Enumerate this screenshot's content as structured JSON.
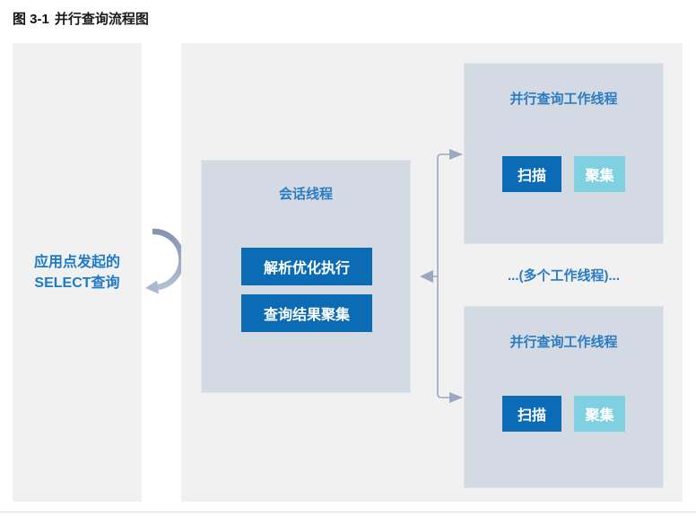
{
  "figure": {
    "label": "图 3-1",
    "title": "并行查询流程图"
  },
  "client": {
    "line1": "应用点发起的",
    "line2": "SELECT查询"
  },
  "session": {
    "title": "会话线程",
    "steps": [
      "解析优化执行",
      "查询结果聚集"
    ]
  },
  "middle_label": "...(多个工作线程)...",
  "workers": [
    {
      "title": "并行查询工作线程",
      "scan": "扫描",
      "aggregate": "聚集"
    },
    {
      "title": "并行查询工作线程",
      "scan": "扫描",
      "aggregate": "聚集"
    }
  ],
  "icons": {
    "curved_arrow": "curved-clockwise-arrow",
    "connector": "fan-out-fan-in-arrows"
  },
  "colors": {
    "panel_bg": "#f1f1f2",
    "box_bg": "#d4dae3",
    "primary_blue": "#0b6cb5",
    "light_cyan": "#7fd1e2",
    "heading_blue": "#2b7cc3",
    "client_text_blue": "#1d7ac7",
    "connector_gray_blue": "#9aa8c2"
  }
}
